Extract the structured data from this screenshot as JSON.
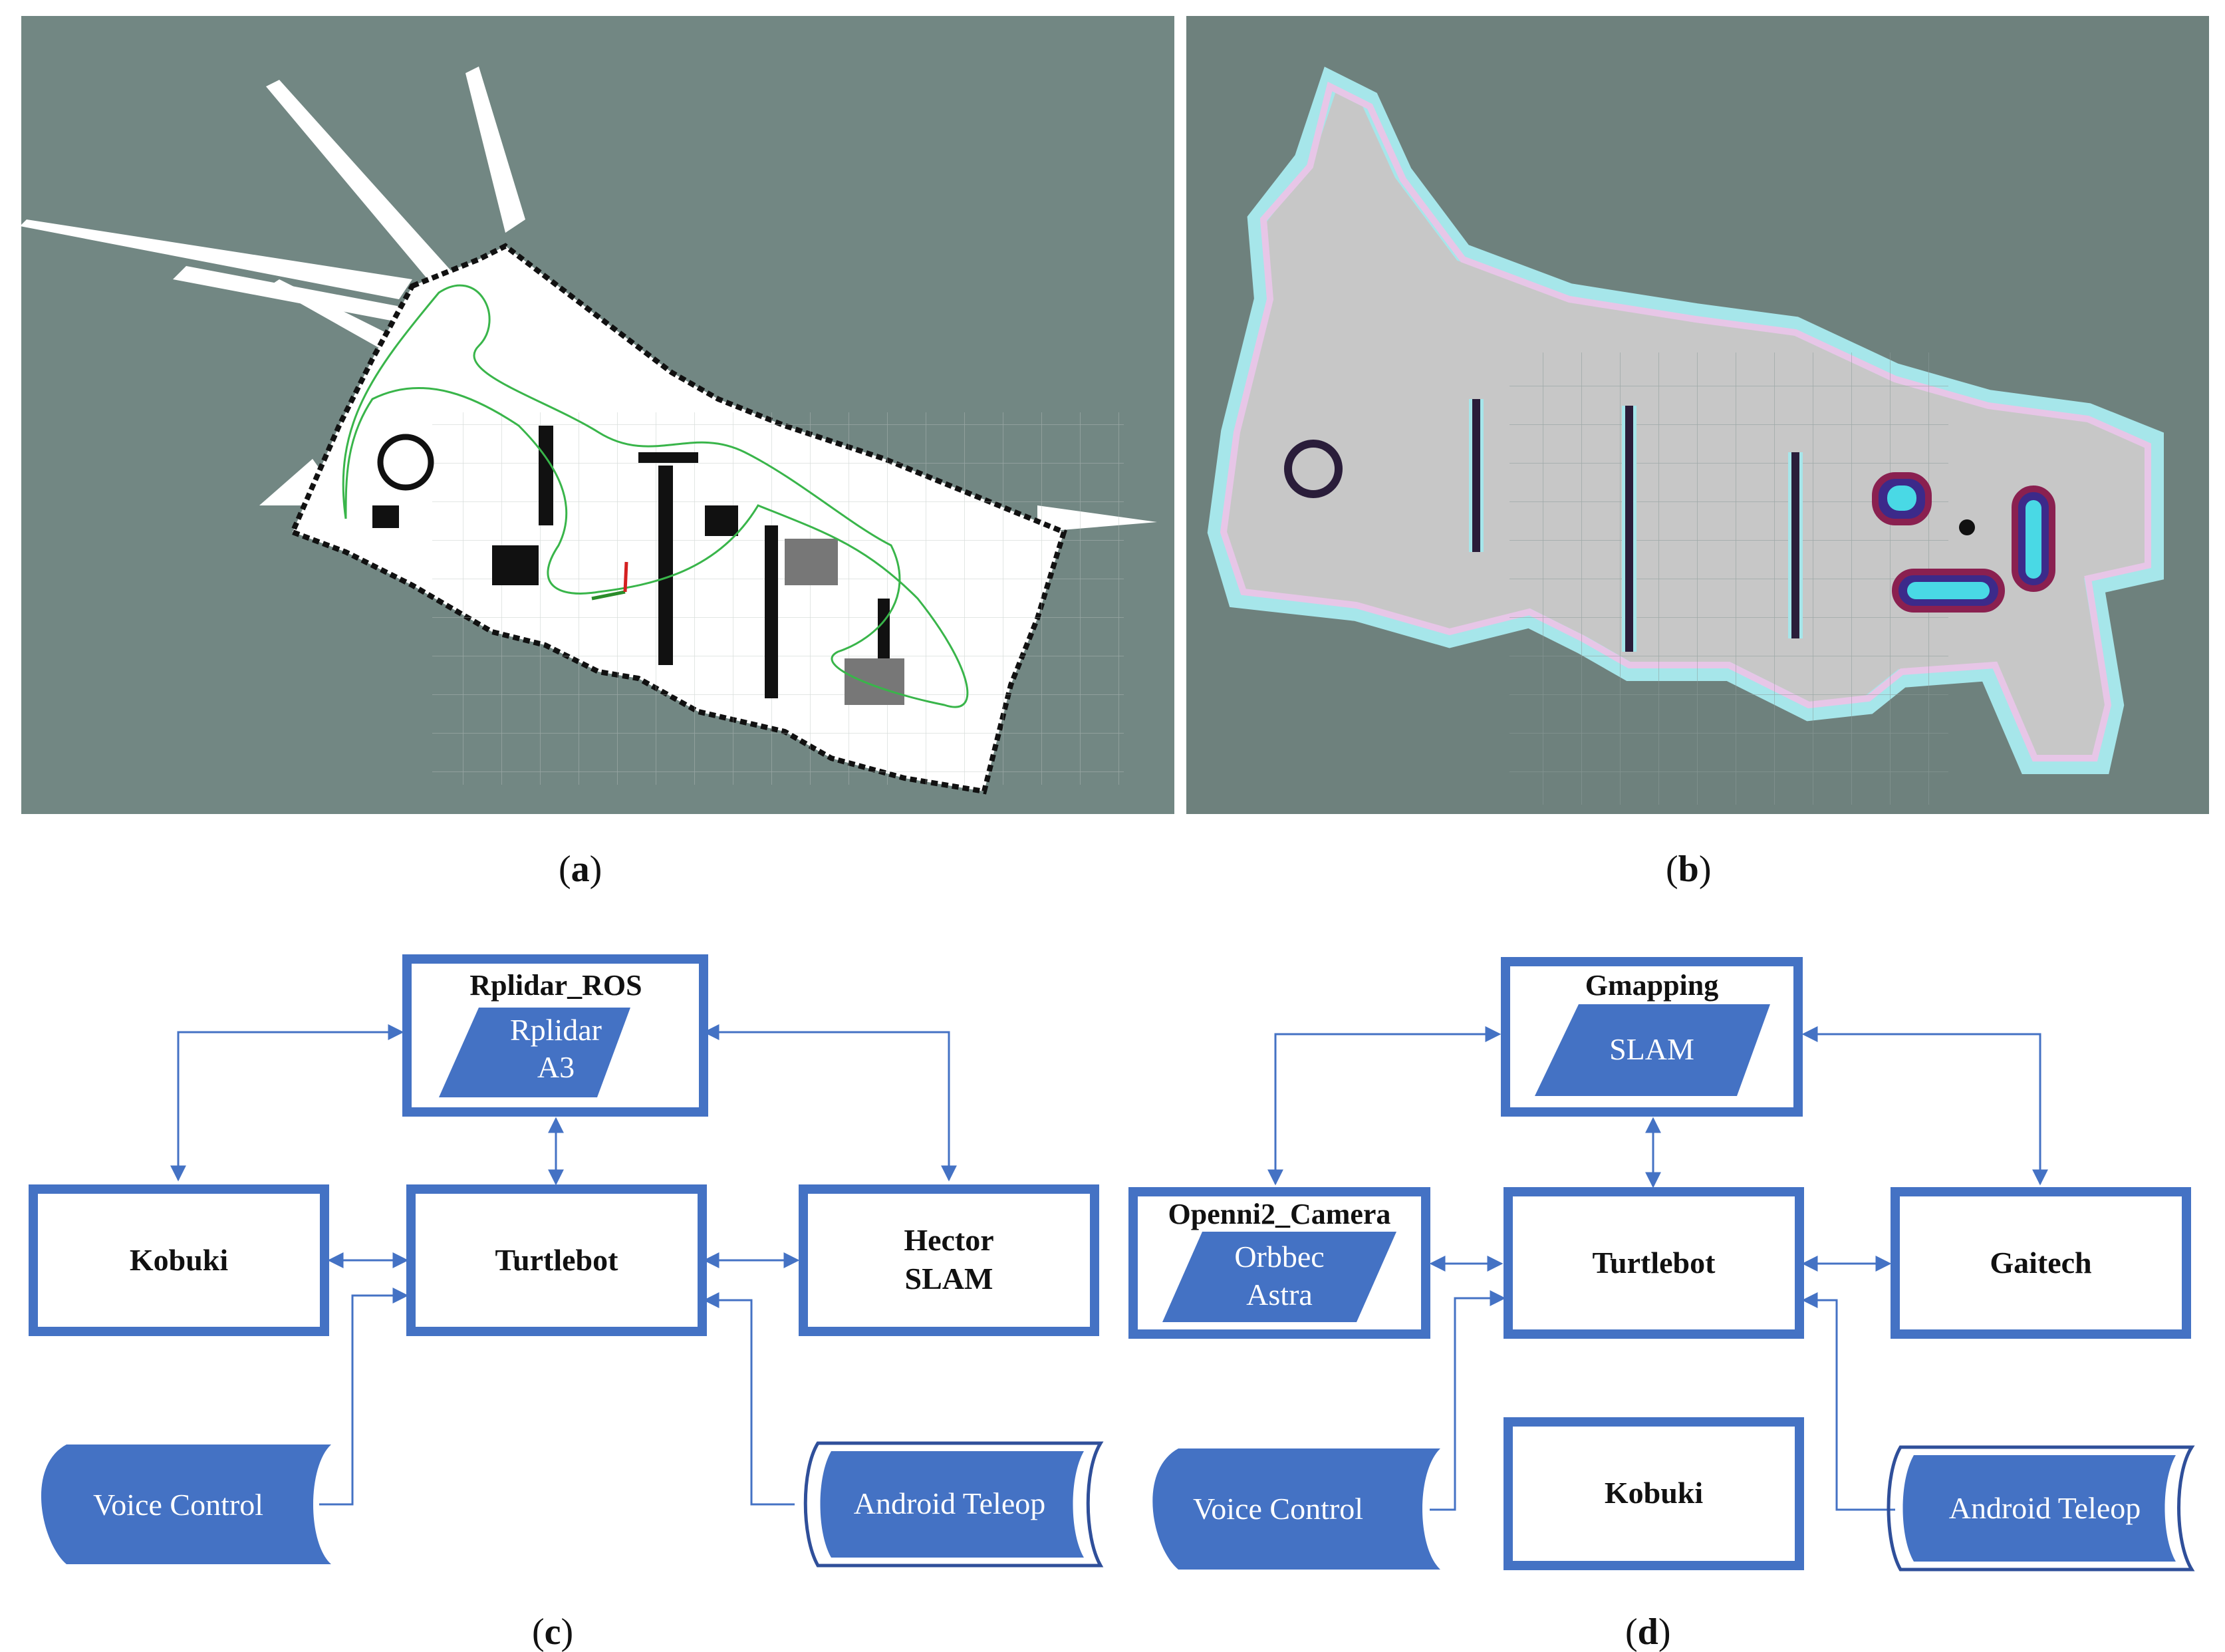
{
  "panels": {
    "a": {
      "caption_letter": "a"
    },
    "b": {
      "caption_letter": "b"
    },
    "c": {
      "caption_letter": "c",
      "top_box_title": "Rplidar_ROS",
      "top_device_line1": "Rplidar",
      "top_device_line2": "A3",
      "left_box": "Kobuki",
      "center_box": "Turtlebot",
      "right_box_line1": "Hector",
      "right_box_line2": "SLAM",
      "voice_control": "Voice Control",
      "android_teleop": "Android Teleop"
    },
    "d": {
      "caption_letter": "d",
      "top_box_title": "Gmapping",
      "top_device": "SLAM",
      "left_box_title": "Openni2_Camera",
      "left_device_line1": "Orbbec",
      "left_device_line2": "Astra",
      "center_box": "Turtlebot",
      "right_box": "Gaitech",
      "bottom_box": "Kobuki",
      "voice_control": "Voice Control",
      "android_teleop": "Android Teleop"
    }
  },
  "colors": {
    "diagram_blue": "#4472c4",
    "map_background": "#728783",
    "map_background_b": "#6e817d",
    "map_free_space": "#ffffff",
    "costmap_gray": "#c7c7c7",
    "costmap_cyan": "#a6e6ea",
    "costmap_pink": "#e7c6e7",
    "trajectory_green": "#39b54a"
  }
}
